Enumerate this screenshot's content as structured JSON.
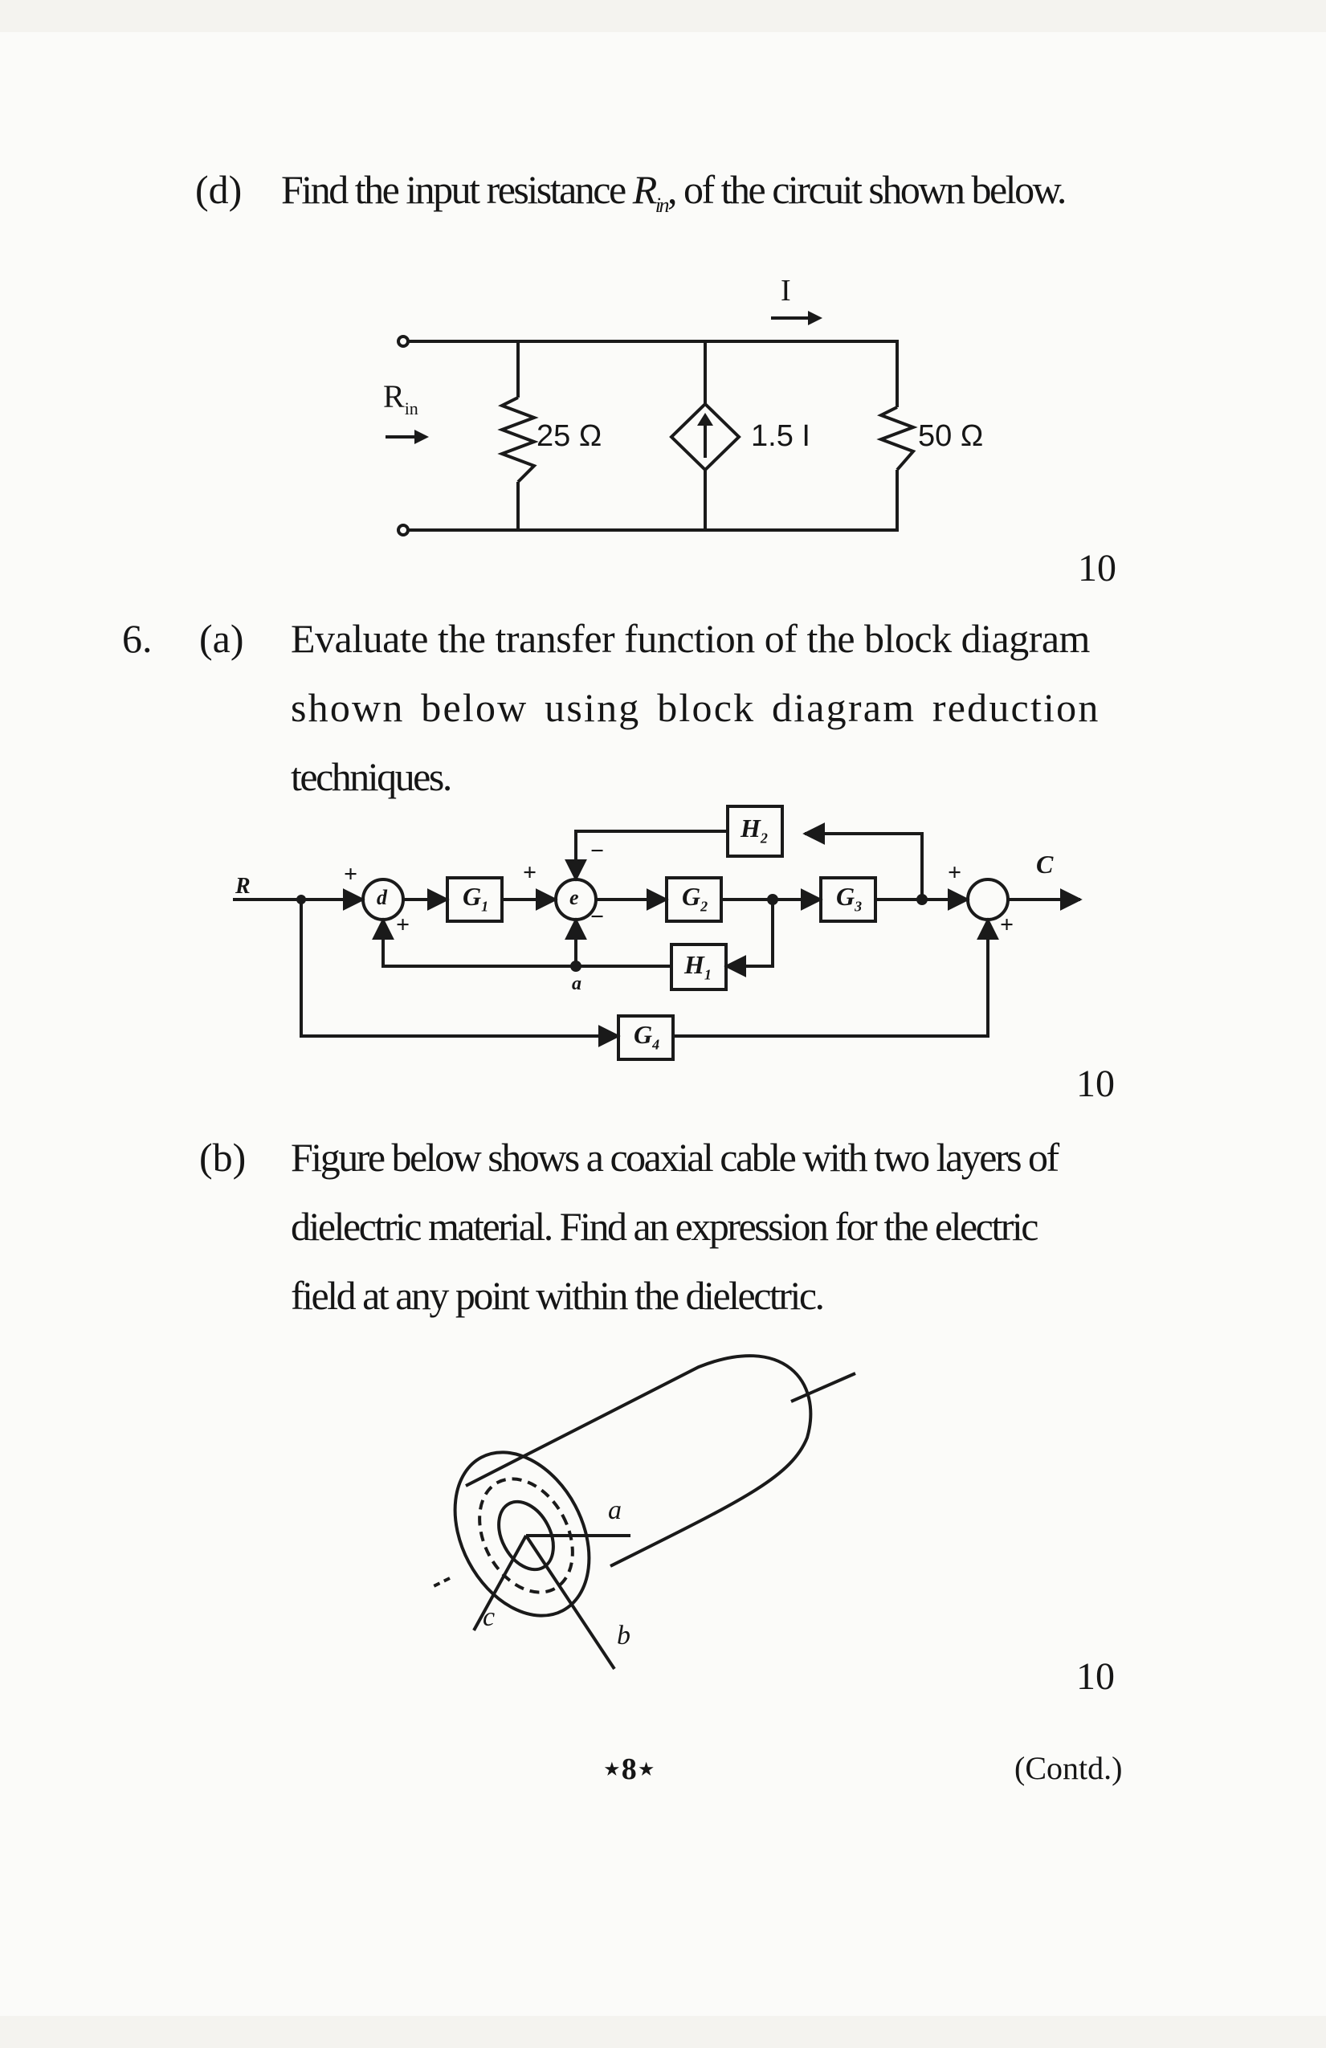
{
  "q5d": {
    "label": "(d)",
    "text_before": "Find the input resistance ",
    "r_symbol": "R",
    "r_sub": "in",
    "text_after": ", of the circuit shown below.",
    "marks": "10"
  },
  "circuit": {
    "rin_label": "R",
    "rin_sub": "in",
    "current_label": "I",
    "r1_label": "25 Ω",
    "source_label": "1.5 I",
    "r2_label": "50 Ω"
  },
  "q6": {
    "number": "6.",
    "a_label": "(a)",
    "a_lines": [
      "Evaluate the transfer function of the block diagram",
      "shown below using block diagram reduction",
      "techniques."
    ],
    "a_marks": "10",
    "b_label": "(b)",
    "b_lines": [
      "Figure below shows a coaxial cable with two layers of",
      "dielectric material. Find an expression for the electric",
      "field at any point within the dielectric."
    ],
    "b_marks": "10"
  },
  "block_diagram": {
    "input": "R",
    "output": "C",
    "node_d": "d",
    "node_e": "e",
    "node_a": "a",
    "g1": "G",
    "g1_sub": "1",
    "g2": "G",
    "g2_sub": "2",
    "g3": "G",
    "g3_sub": "3",
    "g4": "G",
    "g4_sub": "4",
    "h1": "H",
    "h1_sub": "1",
    "h2": "H",
    "h2_sub": "2",
    "plus": "+",
    "minus": "−"
  },
  "coax": {
    "label_a": "a",
    "label_b": "b",
    "label_c": "c"
  },
  "footer": {
    "page_no": "⋆8⋆",
    "contd": "(Contd.)"
  }
}
